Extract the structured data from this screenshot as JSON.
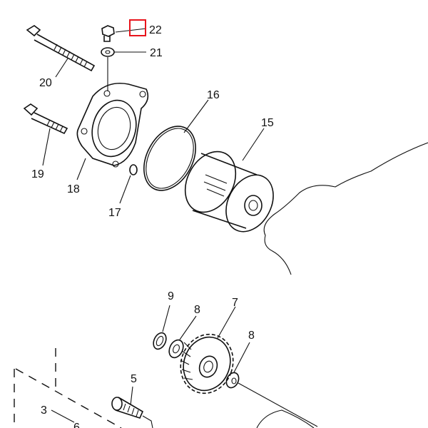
{
  "diagram": {
    "title": "Oil filter / oil pump parts diagram",
    "highlight_color": "#e8141c",
    "callouts": [
      {
        "id": "22",
        "label": "22"
      },
      {
        "id": "21",
        "label": "21"
      },
      {
        "id": "20",
        "label": "20"
      },
      {
        "id": "16",
        "label": "16"
      },
      {
        "id": "15",
        "label": "15"
      },
      {
        "id": "19",
        "label": "19"
      },
      {
        "id": "18",
        "label": "18"
      },
      {
        "id": "17",
        "label": "17"
      },
      {
        "id": "9",
        "label": "9"
      },
      {
        "id": "8a",
        "label": "8"
      },
      {
        "id": "7",
        "label": "7"
      },
      {
        "id": "8b",
        "label": "8"
      },
      {
        "id": "5",
        "label": "5"
      },
      {
        "id": "3",
        "label": "3"
      },
      {
        "id": "6",
        "label": "6"
      }
    ]
  }
}
